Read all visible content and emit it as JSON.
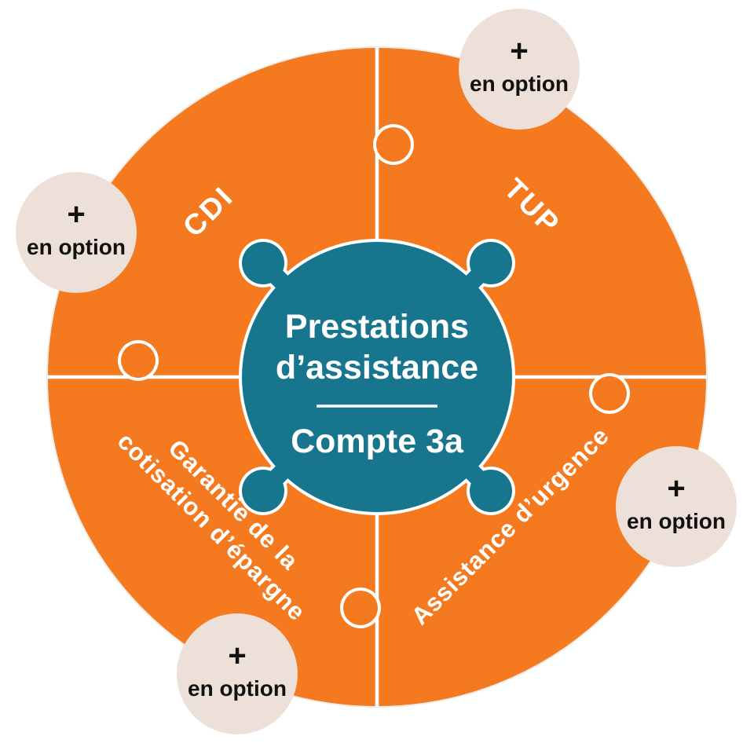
{
  "colors": {
    "orange": "#F5791E",
    "teal": "#17758D",
    "beige": "#EDE0D8",
    "label_text": "#FFFFFF",
    "option_text": "#111111"
  },
  "center": {
    "line1": "Prestations",
    "line2": "d’assistance",
    "line3": "Compte 3a"
  },
  "quadrants": {
    "top_left": "CDI",
    "top_right": "TUP",
    "bottom_left_line1": "Garantie de la",
    "bottom_left_line2": "cotisation d’épargne",
    "bottom_right": "Assistance d’urgence"
  },
  "option_badge": {
    "plus": "+",
    "label": "en option"
  }
}
